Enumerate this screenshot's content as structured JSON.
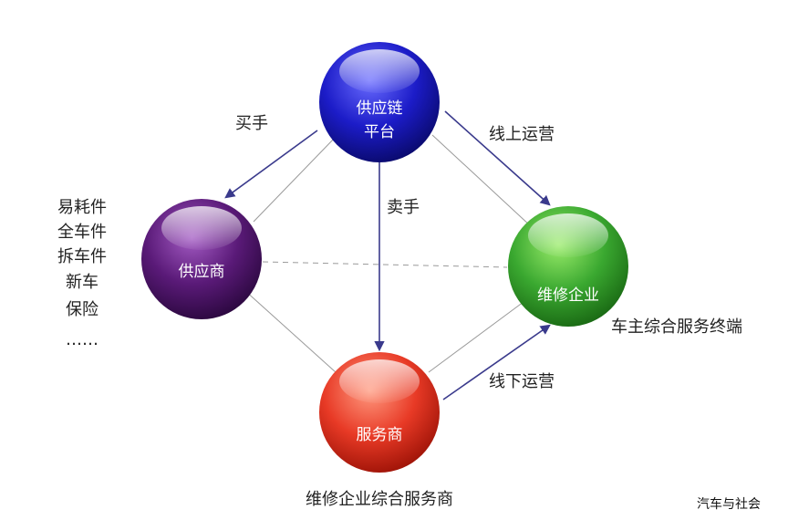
{
  "colors": {
    "platform": "#1c1cc8",
    "supplier": "#5a1a78",
    "enterprise": "#3aa830",
    "service": "#e83a26",
    "arrow": "#3a3a8c",
    "line": "#9a9a9a"
  },
  "nodes": {
    "platform": {
      "line1": "供应链",
      "line2": "平台"
    },
    "supplier": {
      "label": "供应商"
    },
    "enterprise": {
      "label": "维修企业"
    },
    "service": {
      "label": "服务商"
    }
  },
  "edges": {
    "buyer": "买手",
    "seller": "卖手",
    "online": "线上运营",
    "offline": "线下运营"
  },
  "supplier_items": [
    "易耗件",
    "全车件",
    "拆车件",
    "新车",
    "保险",
    "……"
  ],
  "enterprise_caption": "车主综合服务终端",
  "service_caption": "维修企业综合服务商",
  "watermark": "汽车与社会"
}
